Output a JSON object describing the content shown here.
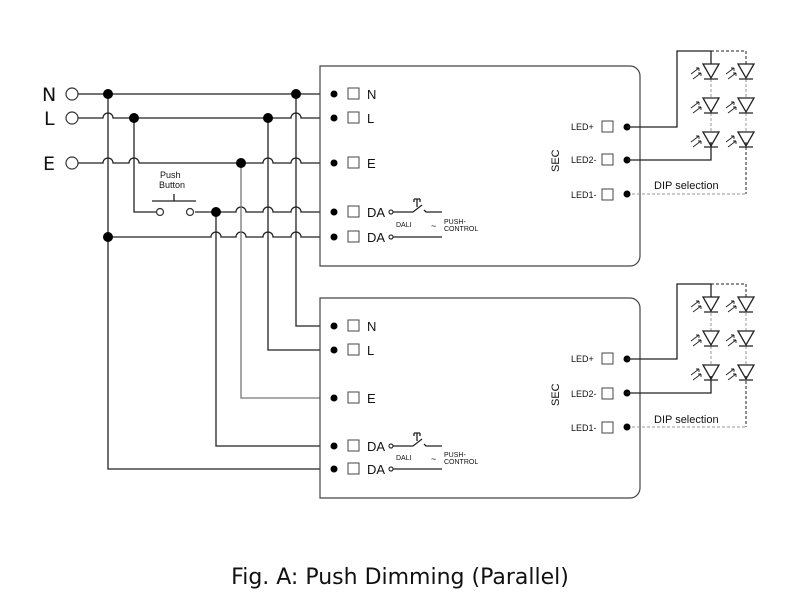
{
  "figure": {
    "caption": "Fig. A: Push Dimming (Parallel)"
  },
  "mains": {
    "terminals": [
      {
        "label": "N"
      },
      {
        "label": "L"
      },
      {
        "label": "E"
      }
    ]
  },
  "push_button": {
    "label_line1": "Push",
    "label_line2": "Button"
  },
  "modules": [
    {
      "input_terminals": [
        "N",
        "L",
        "E",
        "DA",
        "DA"
      ],
      "dali_label": "DALI",
      "tilde": "~",
      "push_control_line1": "PUSH-",
      "push_control_line2": "CONTROL",
      "sec_label": "SEC",
      "output_terminals": [
        "LED+",
        "LED2-",
        "LED1-"
      ],
      "dip_label": "DIP selection"
    },
    {
      "input_terminals": [
        "N",
        "L",
        "E",
        "DA",
        "DA"
      ],
      "dali_label": "DALI",
      "tilde": "~",
      "push_control_line1": "PUSH-",
      "push_control_line2": "CONTROL",
      "sec_label": "SEC",
      "output_terminals": [
        "LED+",
        "LED2-",
        "LED1-"
      ],
      "dip_label": "DIP selection"
    }
  ]
}
